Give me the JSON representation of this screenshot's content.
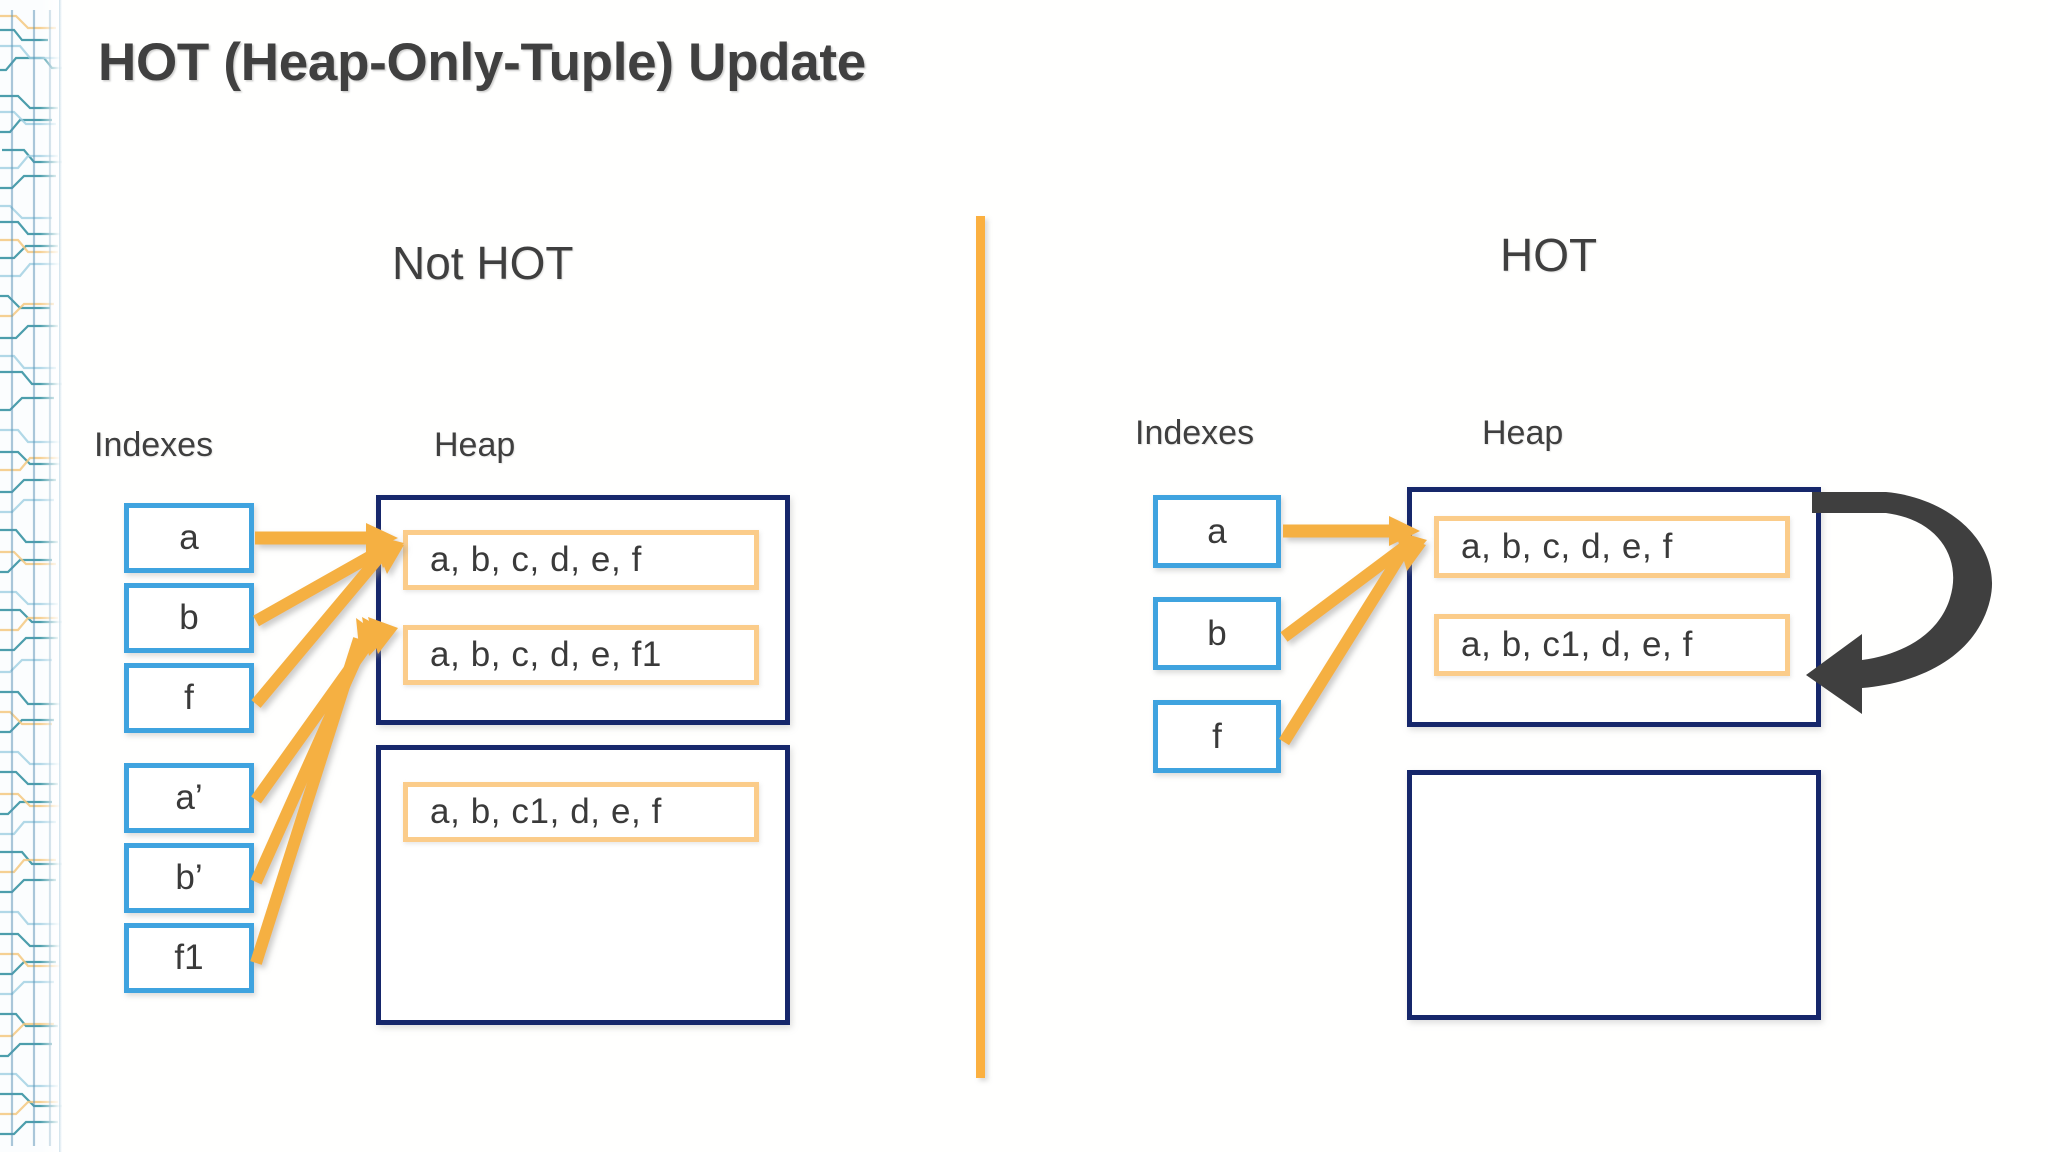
{
  "slide": {
    "title": "HOT (Heap-Only-Tuple) Update",
    "background_color": "#ffffff",
    "title_color": "#404040",
    "divider_color": "#fbb040"
  },
  "colors": {
    "index_box_border": "#3FA3DF",
    "heap_block_border": "#16276B",
    "tuple_border": "#FBCC8A",
    "arrow_orange": "#F5B043",
    "curved_arrow_gray": "#3F3F3F",
    "text": "#3A3A3A"
  },
  "panels": [
    {
      "id": "not-hot",
      "heading": "Not HOT",
      "indexes_label": "Indexes",
      "heap_label": "Heap",
      "indexes": [
        {
          "label": "a"
        },
        {
          "label": "b"
        },
        {
          "label": "f"
        },
        {
          "label": "a’"
        },
        {
          "label": "b’"
        },
        {
          "label": "f1"
        }
      ],
      "heap_blocks": [
        {
          "tuples": [
            "a, b, c, d, e, f",
            "a, b, c, d, e, f1"
          ]
        },
        {
          "tuples": [
            "a, b, c1, d, e, f"
          ]
        }
      ],
      "has_hot_chain_arrow": false
    },
    {
      "id": "hot",
      "heading": "HOT",
      "indexes_label": "Indexes",
      "heap_label": "Heap",
      "indexes": [
        {
          "label": "a"
        },
        {
          "label": "b"
        },
        {
          "label": "f"
        }
      ],
      "heap_blocks": [
        {
          "tuples": [
            "a, b, c, d, e, f",
            "a, b, c1, d, e, f"
          ]
        },
        {
          "tuples": []
        }
      ],
      "has_hot_chain_arrow": true
    }
  ],
  "icons": {
    "chain_arrow": "curved-arrow-icon",
    "pointer_arrow": "arrow-right-icon"
  }
}
